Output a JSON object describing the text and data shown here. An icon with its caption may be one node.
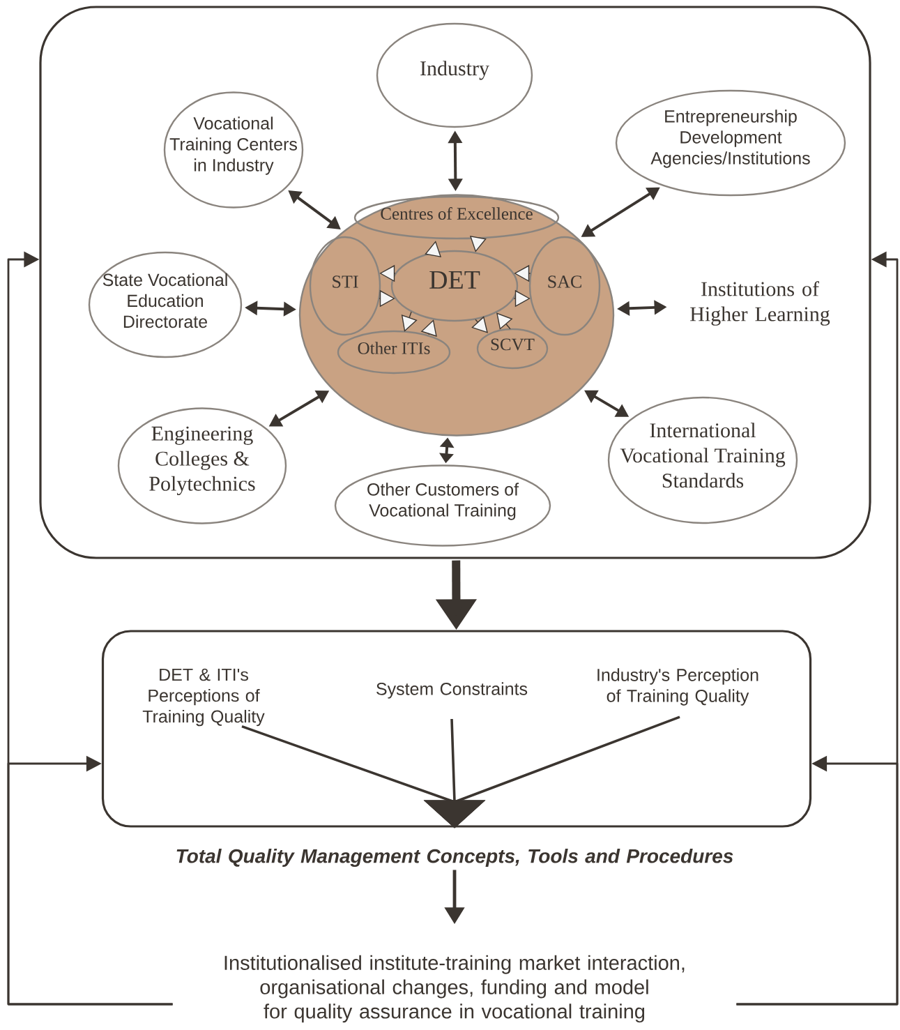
{
  "diagram": {
    "nodes": [
      {
        "text": [],
        "shape": "box"
      },
      {
        "text": [
          "Industry"
        ],
        "in": 0
      },
      {
        "text": [
          "Vocational Training Centers in Industry"
        ],
        "in": 0
      },
      {
        "text": [
          "Entrepreneurship Development Agencies/Institutions"
        ],
        "in": 0
      },
      {
        "text": [],
        "shape": "circle",
        "in": 0
      },
      {
        "text": [
          "Centres of Excellence"
        ],
        "in": 4
      },
      {
        "text": [
          "STI"
        ],
        "in": 4
      },
      {
        "text": [
          "DET"
        ],
        "in": 4
      },
      {
        "text": [
          "SAC"
        ],
        "in": 4
      },
      {
        "text": [
          "Other ITIs"
        ],
        "in": 4
      },
      {
        "text": [
          "SCVT"
        ],
        "in": 4
      },
      {
        "text": [
          "State Vocational Education Directorate"
        ],
        "in": 0
      },
      {
        "text": [
          "Institutions of Higher Learning"
        ],
        "in": 0
      },
      {
        "text": [
          "Engineering Colleges & Polytechnics"
        ],
        "in": 0
      },
      {
        "text": [
          "Other Customers of Vocational Training"
        ],
        "in": 0
      },
      {
        "text": [
          "International Vocational Training Standards"
        ],
        "in": 0
      },
      {
        "text": [],
        "shape": "box"
      },
      {
        "text": [
          "DET & ITI's Perceptions of Training Quality"
        ],
        "in": 16
      },
      {
        "text": [
          "System Constraints"
        ],
        "in": 16
      },
      {
        "text": [
          "Industry's Perception of Training Quality"
        ],
        "in": 16
      },
      {
        "text": [
          "Total Quality Management Concepts, Tools and Procedures"
        ]
      },
      {
        "text": [
          "Institutionalised institute-training market interaction, organisational changes, funding and model for quality assurance in vocational training"
        ]
      }
    ],
    "edges": [
      {
        "from": 1,
        "to": 4,
        "arrow": "both"
      },
      {
        "from": 2,
        "to": 4,
        "arrow": "both"
      },
      {
        "from": 3,
        "to": 4,
        "arrow": "both"
      },
      {
        "from": 11,
        "to": 4,
        "arrow": "both"
      },
      {
        "from": 12,
        "to": 4,
        "arrow": "both"
      },
      {
        "from": 13,
        "to": 4,
        "arrow": "both"
      },
      {
        "from": 14,
        "to": 4,
        "arrow": "both"
      },
      {
        "from": 15,
        "to": 4,
        "arrow": "both"
      },
      {
        "from": 7,
        "to": 5,
        "arrow": "to"
      },
      {
        "from": 5,
        "to": 7,
        "arrow": "to"
      },
      {
        "from": 7,
        "to": 6,
        "arrow": "to"
      },
      {
        "from": 6,
        "to": 7,
        "arrow": "to"
      },
      {
        "from": 8,
        "to": 7,
        "arrow": "to"
      },
      {
        "from": 7,
        "to": 8,
        "arrow": "to"
      },
      {
        "from": 9,
        "to": 7,
        "arrow": "to"
      },
      {
        "from": 7,
        "to": 9,
        "arrow": "to"
      },
      {
        "from": 10,
        "to": 7,
        "arrow": "to"
      },
      {
        "from": 7,
        "to": 10,
        "arrow": "to"
      },
      {
        "from": 0,
        "to": 16,
        "arrow": "to",
        "style": "thick"
      },
      {
        "from": 17,
        "to": 20,
        "arrow": "to"
      },
      {
        "from": 18,
        "to": 20,
        "arrow": "to"
      },
      {
        "from": 19,
        "to": 20,
        "arrow": "to"
      },
      {
        "from": 20,
        "to": 21,
        "arrow": "to"
      },
      {
        "from": 21,
        "to": 0,
        "arrow": "to"
      },
      {
        "from": 21,
        "to": 16,
        "arrow": "to"
      },
      {
        "from": 21,
        "to": 0,
        "arrow": "to"
      },
      {
        "from": 21,
        "to": 16,
        "arrow": "to"
      }
    ]
  }
}
